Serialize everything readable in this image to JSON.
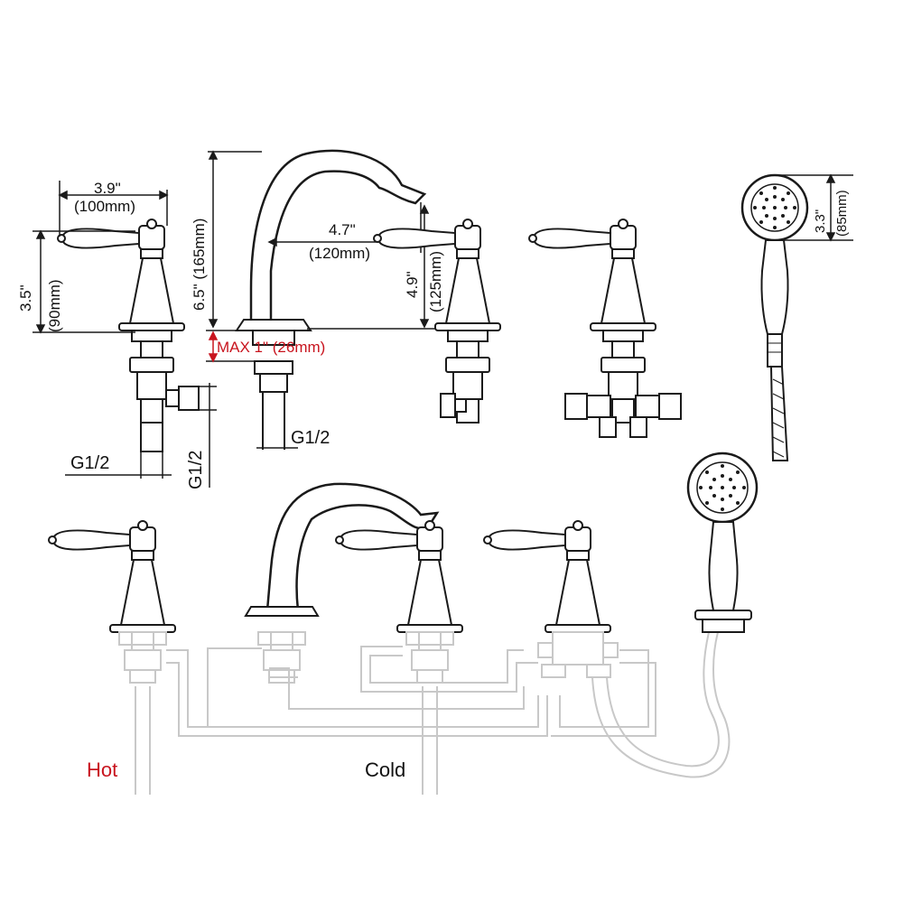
{
  "dimensions": {
    "handle_width_in": "3.9\"",
    "handle_width_mm": "(100mm)",
    "handle_height_in": "3.5\"",
    "handle_height_mm": "(90mm)",
    "spout_height_in": "6.5\" (165mm)",
    "spout_reach_in": "4.7\"",
    "spout_reach_mm": "(120mm)",
    "spout_outlet_in": "4.9\"",
    "spout_outlet_mm": "(125mm)",
    "deck_max": "MAX 1\" (26mm)",
    "thread_left": "G1/2",
    "thread_vertical": "G1/2",
    "thread_spout": "G1/2",
    "shower_head_in": "3.3\"",
    "shower_head_mm": "(85mm)"
  },
  "supply": {
    "hot_label": "Hot",
    "cold_label": "Cold"
  },
  "colors": {
    "line": "#1a1a1a",
    "pipe": "#c8c8c8",
    "highlight": "#c8141e"
  }
}
